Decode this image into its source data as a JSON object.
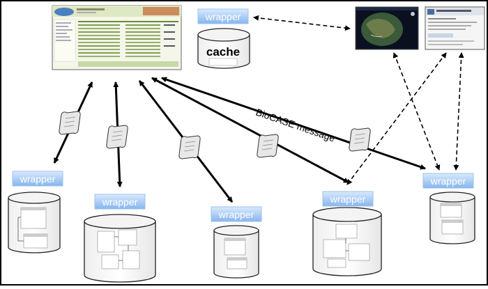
{
  "diagram": {
    "message_label": "BioCASE message",
    "cache_label": "cache",
    "wrapper_label": "wrapper"
  },
  "nodes": {
    "portal": {
      "wrapper": "wrapper",
      "cache": "cache"
    },
    "providers": [
      {
        "wrapper": "wrapper"
      },
      {
        "wrapper": "wrapper"
      },
      {
        "wrapper": "wrapper"
      },
      {
        "wrapper": "wrapper"
      },
      {
        "wrapper": "wrapper"
      }
    ]
  },
  "colors": {
    "wrapper_fill_top": "#cfe3fb",
    "wrapper_fill_bottom": "#8ebcf1",
    "wrapper_text": "#ffffff",
    "arrow": "#000000",
    "outer_border": "#000000"
  }
}
